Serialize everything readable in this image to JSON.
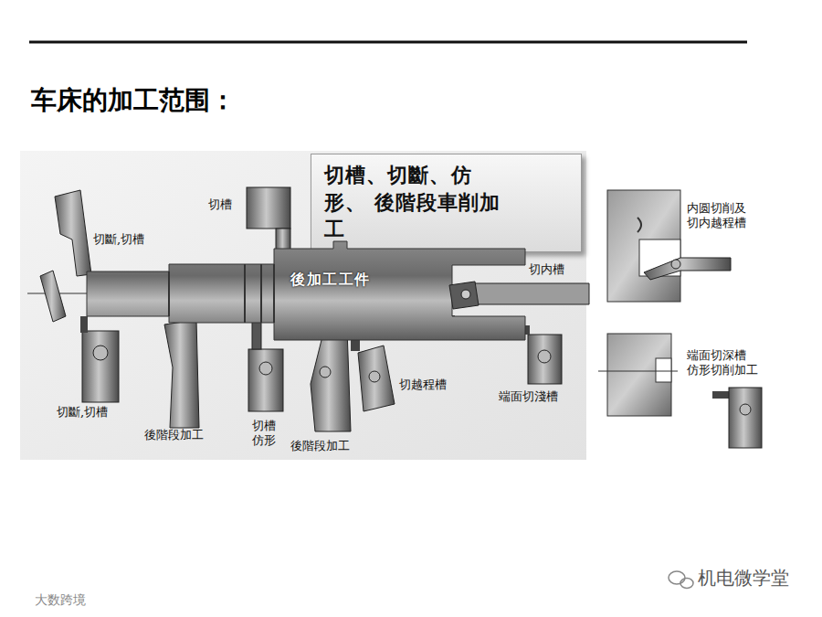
{
  "diagram": {
    "title": "车床的加工范围：",
    "nodes": [
      {
        "text": [
          "切槽、切斷、仿形、 後階段車削加工"
        ]
      },
      {
        "text": [
          "後加工工件"
        ]
      }
    ],
    "labels": [
      "切斷,切槽",
      "切槽",
      "切内槽",
      "切斷,切槽",
      "後階段加工",
      "切槽 仿形",
      "後階段加工",
      "切越程槽",
      "端面切淺槽",
      "内圆切削及 切内越程槽",
      "端面切深槽 仿形切削加工",
      "机电微学堂",
      "大数跨境"
    ]
  }
}
